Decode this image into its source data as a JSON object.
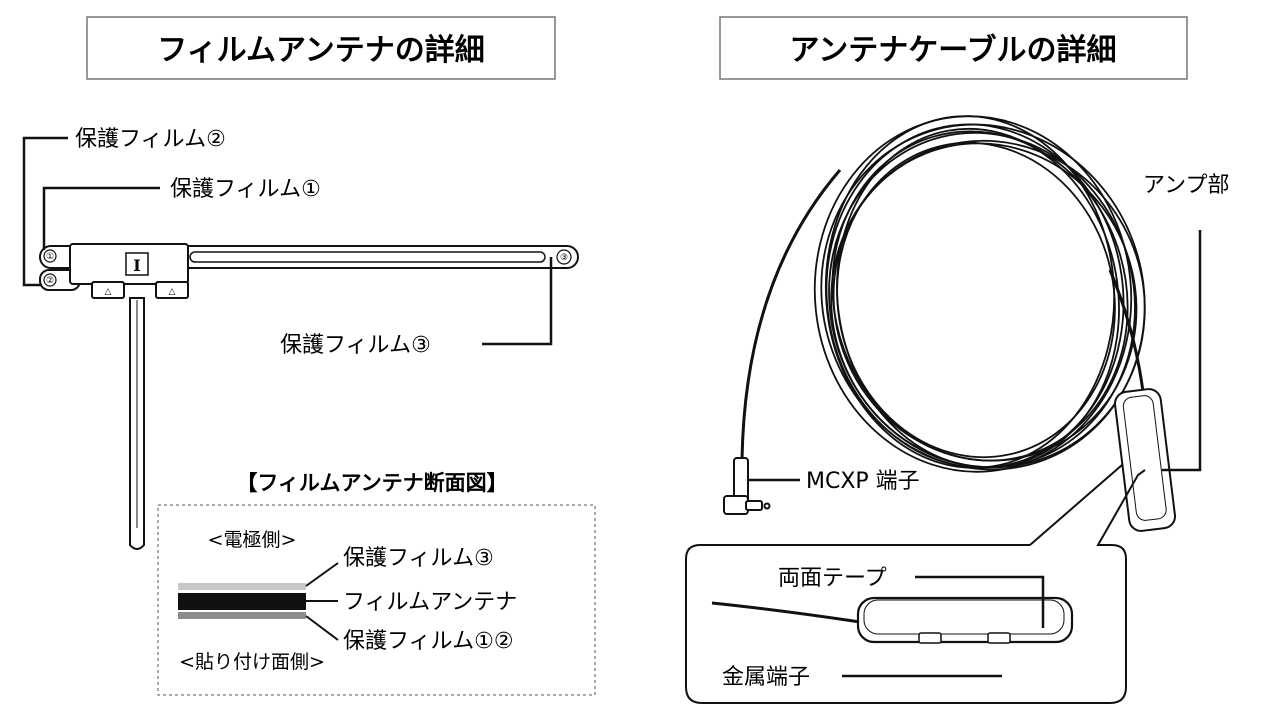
{
  "left_panel": {
    "title": "フィルムアンテナの詳細",
    "labels": {
      "protective_film_2": "保護フィルム②",
      "protective_film_1": "保護フィルム①",
      "protective_film_3": "保護フィルム③",
      "tab_1": "①",
      "tab_2": "②",
      "tab_3": "③",
      "marker": "I",
      "triangle": "△"
    },
    "cross_section": {
      "title": "【フィルムアンテナ断面図】",
      "electrode_side": "<電極側>",
      "adhesive_side": "<貼り付け面側>",
      "layer_top": "保護フィルム③",
      "layer_middle": "フィルムアンテナ",
      "layer_bottom": "保護フィルム①②",
      "colors": {
        "top": "#c8c8c8",
        "middle": "#111111",
        "bottom": "#8c8c8c"
      }
    }
  },
  "right_panel": {
    "title": "アンテナケーブルの詳細",
    "labels": {
      "amp": "アンプ部",
      "connector": "MCXP 端子",
      "tape": "両面テープ",
      "metal_terminal": "金属端子"
    }
  }
}
